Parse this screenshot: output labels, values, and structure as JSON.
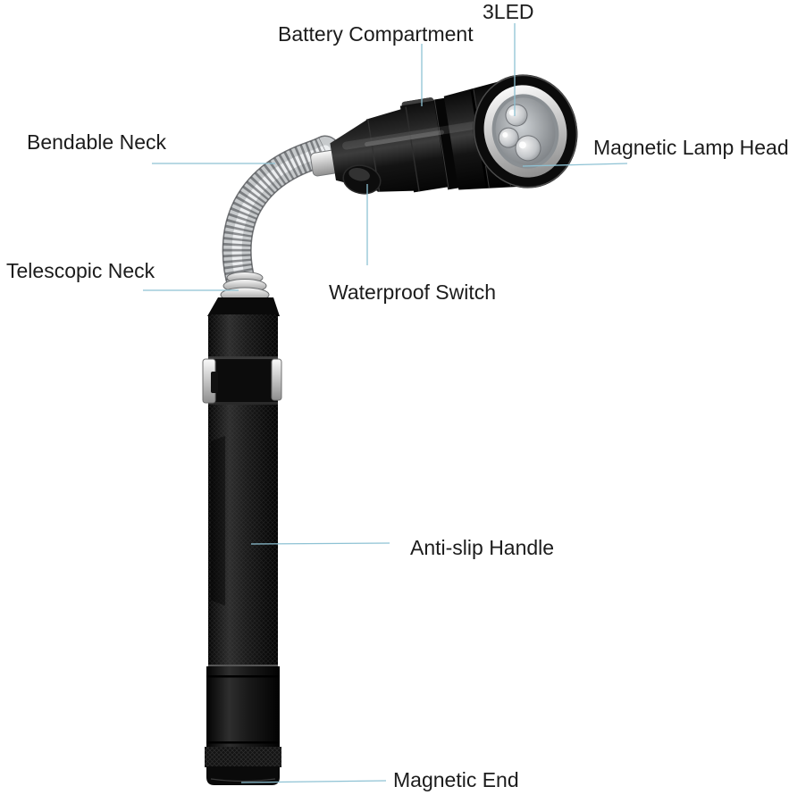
{
  "figure": {
    "title": "Telescopic magnetic LED flashlight parts diagram",
    "background": "#ffffff"
  },
  "colors": {
    "callout_line": "#8ec2d4",
    "label_text": "#1c1c1c",
    "body_black": "#0b0b0b",
    "metal_silver": "#c7cacc"
  },
  "callouts": [
    {
      "id": "3led",
      "label": "3LED"
    },
    {
      "id": "battery-compartment",
      "label": "Battery Compartment"
    },
    {
      "id": "bendable-neck",
      "label": "Bendable Neck"
    },
    {
      "id": "magnetic-lamp-head",
      "label": "Magnetic Lamp Head"
    },
    {
      "id": "telescopic-neck",
      "label": "Telescopic Neck"
    },
    {
      "id": "waterproof-switch",
      "label": "Waterproof Switch"
    },
    {
      "id": "anti-slip-handle",
      "label": "Anti-slip Handle"
    },
    {
      "id": "magnetic-end",
      "label": "Magnetic End"
    }
  ]
}
